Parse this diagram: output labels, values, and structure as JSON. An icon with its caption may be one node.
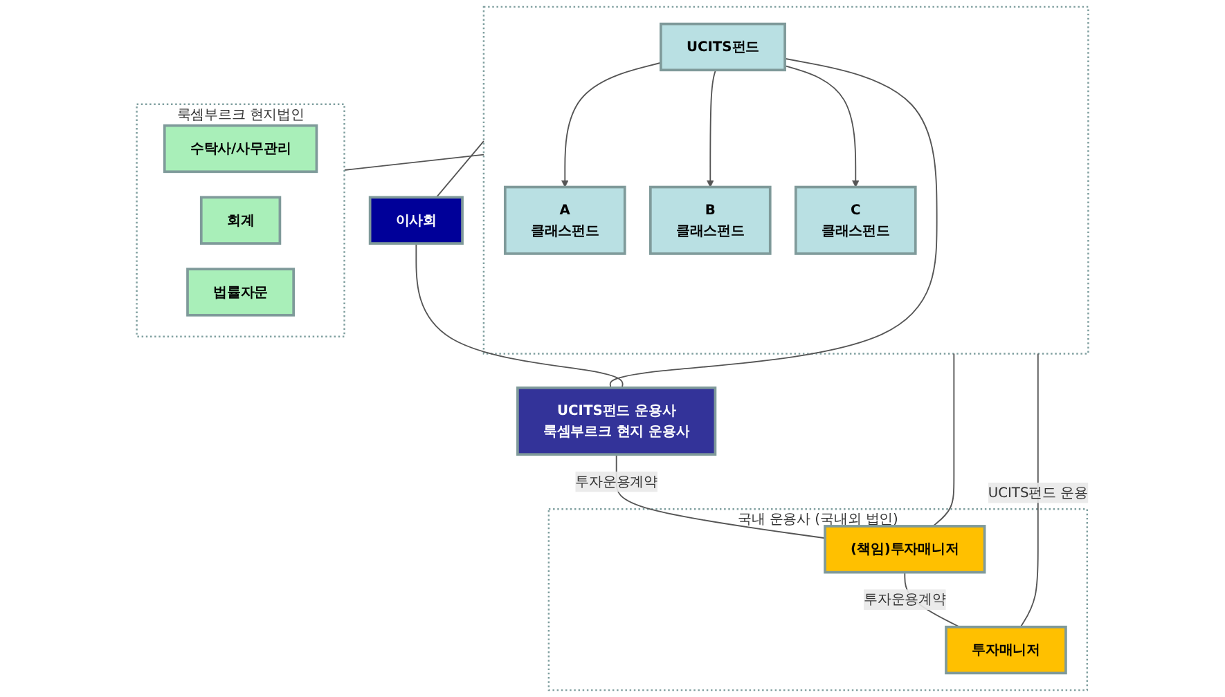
{
  "diagram": {
    "nodes": [
      {
        "text": [],
        "shape": "box"
      },
      {
        "text": [
          "UCITS펀드"
        ],
        "in": 0
      },
      {
        "text": [
          "A",
          "클래스펀드"
        ],
        "in": 0
      },
      {
        "text": [
          "B",
          "클래스펀드"
        ],
        "in": 0
      },
      {
        "text": [
          "C",
          "클래스펀드"
        ],
        "in": 0
      },
      {
        "text": [
          "이사회"
        ]
      },
      {
        "text": [
          "UCITS펀드 운용사",
          "룩셈부르크 현지 운용사"
        ]
      },
      {
        "text": [
          "국내 운용사 (국내외 법인)"
        ]
      },
      {
        "text": [
          "(책임)투자매니저"
        ],
        "in": 7
      },
      {
        "text": [
          "투자매니저"
        ],
        "in": 7
      },
      {
        "text": [
          "룩셈부르크 현지법인"
        ]
      },
      {
        "text": [
          "수탁사/사무관리"
        ],
        "in": 10
      },
      {
        "text": [
          "회계"
        ],
        "in": 10
      },
      {
        "text": [
          "법률자문"
        ],
        "in": 10
      }
    ],
    "edges": [
      {
        "from": 1,
        "to": 2,
        "arrow": "to"
      },
      {
        "from": 1,
        "to": 3,
        "arrow": "to"
      },
      {
        "from": 1,
        "to": 4,
        "arrow": "to"
      },
      {
        "from": 0,
        "to": 5,
        "arrow": "none"
      },
      {
        "from": 1,
        "to": 6,
        "arrow": "none"
      },
      {
        "from": 5,
        "to": 6,
        "arrow": "none"
      },
      {
        "from": 6,
        "to": 8,
        "label": "투자운용계약",
        "arrow": "none"
      },
      {
        "from": 8,
        "to": 9,
        "label": "투자운용계약",
        "arrow": "none"
      },
      {
        "from": 0,
        "to": 8,
        "arrow": "none"
      },
      {
        "from": 0,
        "to": 9,
        "label": "UCITS펀드 운용",
        "arrow": "none"
      },
      {
        "from": 0,
        "to": 10,
        "arrow": "none"
      }
    ]
  }
}
